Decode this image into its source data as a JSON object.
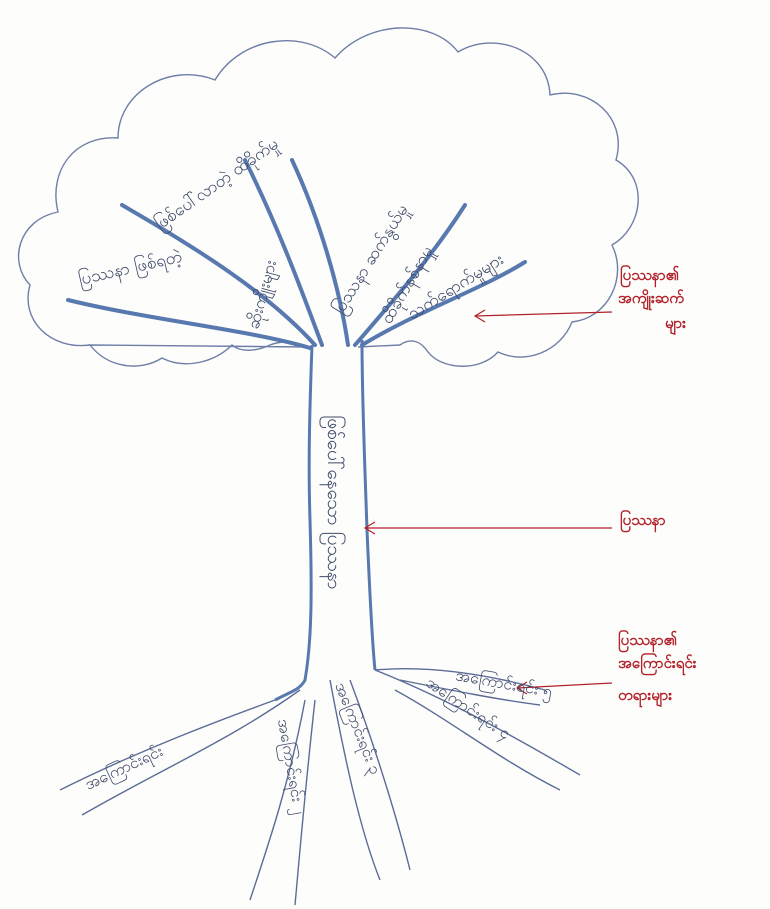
{
  "diagram": {
    "canopy_branches": [
      "ပြဿနာ ဖြစ်ရတဲ့",
      "ဖြစ်ပေါ်လာတဲ့ ထိခိုက်မှု",
      "ဆိုးကျိုးများ",
      "ပြဿနာ ဆက်နွယ်မှု",
      "ထိခိုက်နစ်နာမှု",
      "သက်ရောက်မှုများ"
    ],
    "trunk_text": "ဖြစ်ပေါ်နေသော ပြဿနာ",
    "roots": [
      "အကြောင်းရင်း",
      "အကြောင်းရင်း ၂",
      "အကြောင်းရင်း ၃",
      "အကြောင်းရင်း ၄",
      "အကြောင်းရင်း ၅"
    ],
    "labels": {
      "effects": [
        "ပြဿနာ၏",
        "အကျိုးဆက်",
        "များ"
      ],
      "problem": "ပြဿနာ",
      "causes": [
        "ပြဿနာ၏",
        "အကြောင်းရင်း",
        "တရားများ"
      ]
    },
    "colors": {
      "outline": "#6f7ea8",
      "branch": "#5879b0",
      "annotation": "#b1212a",
      "handwriting": "#3e4a6a"
    }
  }
}
